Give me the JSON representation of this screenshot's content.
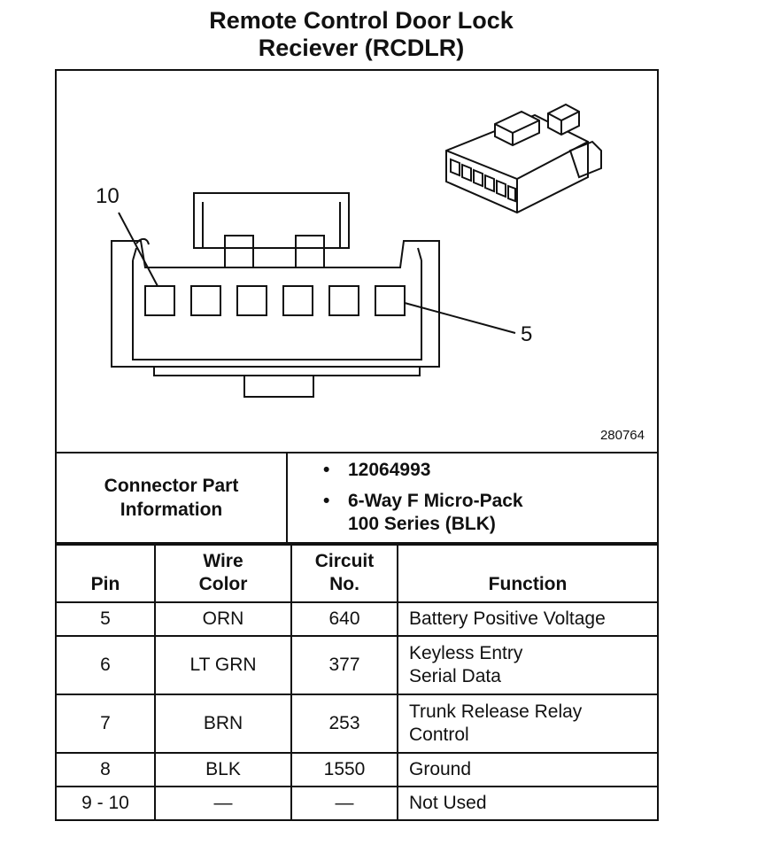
{
  "title": {
    "line1": "Remote Control Door Lock",
    "line2": "Reciever (RCDLR)"
  },
  "diagram": {
    "label_left": "10",
    "label_right": "5",
    "figure_number": "280764"
  },
  "connector_info": {
    "label": "Connector Part Information",
    "part_number": "12064993",
    "description_line1": "6-Way F Micro-Pack",
    "description_line2": "100 Series (BLK)"
  },
  "table": {
    "headers": {
      "pin": "Pin",
      "wire_color_1": "Wire",
      "wire_color_2": "Color",
      "circuit_1": "Circuit",
      "circuit_2": "No.",
      "function": "Function"
    },
    "rows": [
      {
        "pin": "5",
        "wire": "ORN",
        "circuit": "640",
        "function_1": "Battery Positive Voltage",
        "function_2": ""
      },
      {
        "pin": "6",
        "wire": "LT GRN",
        "circuit": "377",
        "function_1": "Keyless Entry",
        "function_2": "Serial Data"
      },
      {
        "pin": "7",
        "wire": "BRN",
        "circuit": "253",
        "function_1": "Trunk Release Relay",
        "function_2": "Control"
      },
      {
        "pin": "8",
        "wire": "BLK",
        "circuit": "1550",
        "function_1": "Ground",
        "function_2": ""
      },
      {
        "pin": "9 - 10",
        "wire": "—",
        "circuit": "—",
        "function_1": "Not Used",
        "function_2": ""
      }
    ]
  }
}
